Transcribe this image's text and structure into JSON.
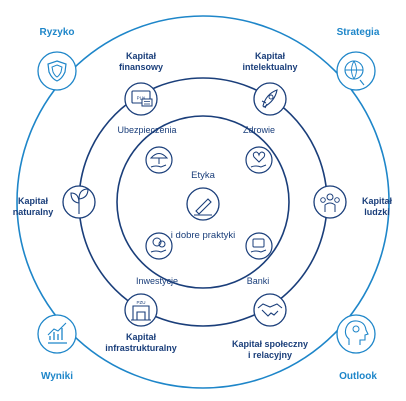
{
  "center": {
    "line1": "Etyka",
    "line2": "i dobre praktyki"
  },
  "corners": [
    {
      "id": "ryzyko",
      "label": "Ryzyko"
    },
    {
      "id": "strategia",
      "label": "Strategia"
    },
    {
      "id": "wyniki",
      "label": "Wyniki"
    },
    {
      "id": "outlook",
      "label": "Outlook"
    }
  ],
  "capitals": [
    {
      "id": "finansowy",
      "line1": "Kapitał",
      "line2": "finansowy"
    },
    {
      "id": "intelektualny",
      "line1": "Kapitał",
      "line2": "intelektualny"
    },
    {
      "id": "naturalny",
      "line1": "Kapitał",
      "line2": "naturalny"
    },
    {
      "id": "ludzki",
      "line1": "Kapitał",
      "line2": "ludzki"
    },
    {
      "id": "infrastrukturalny",
      "line1": "Kapitał",
      "line2": "infrastrukturalny"
    },
    {
      "id": "spoleczny",
      "line1": "Kapitał społeczny",
      "line2": "i relacyjny"
    }
  ],
  "segments": [
    {
      "id": "ubezpieczenia",
      "label": "Ubezpieczenia"
    },
    {
      "id": "zdrowie",
      "label": "Zdrowie"
    },
    {
      "id": "inwestycje",
      "label": "Inwestycje"
    },
    {
      "id": "banki",
      "label": "Banki"
    }
  ],
  "icon_texts": {
    "pln": "PLN",
    "pzu": "PZU"
  },
  "colors": {
    "navy": "#1a3e7a",
    "blue": "#1e86c9",
    "light": "#dbe8f4"
  }
}
